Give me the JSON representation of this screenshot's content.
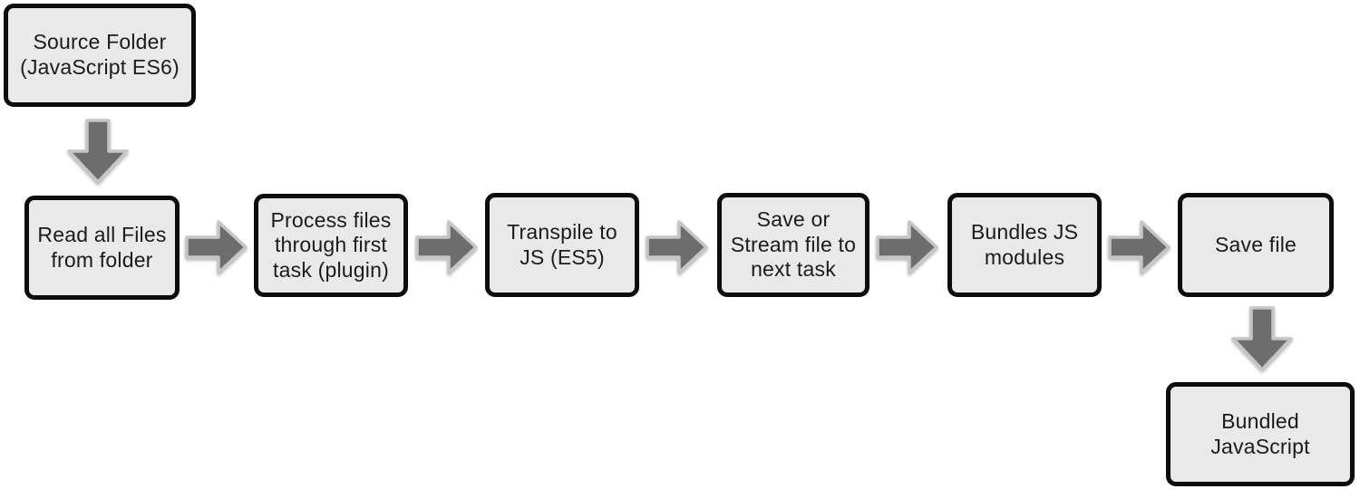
{
  "nodes": [
    {
      "id": "source-folder",
      "label": "Source Folder\n(JavaScript ES6)"
    },
    {
      "id": "read-files",
      "label": "Read all Files\nfrom folder"
    },
    {
      "id": "process-files",
      "label": "Process files\nthrough first\ntask (plugin)"
    },
    {
      "id": "transpile",
      "label": "Transpile to\nJS (ES5)"
    },
    {
      "id": "save-or-stream",
      "label": "Save or\nStream file to\nnext task"
    },
    {
      "id": "bundle-modules",
      "label": "Bundles JS\nmodules"
    },
    {
      "id": "save-file",
      "label": "Save file"
    },
    {
      "id": "bundled-js",
      "label": "Bundled\nJavaScript"
    }
  ],
  "connections": [
    {
      "from": "source-folder",
      "to": "read-files",
      "direction": "down"
    },
    {
      "from": "read-files",
      "to": "process-files",
      "direction": "right"
    },
    {
      "from": "process-files",
      "to": "transpile",
      "direction": "right"
    },
    {
      "from": "transpile",
      "to": "save-or-stream",
      "direction": "right"
    },
    {
      "from": "save-or-stream",
      "to": "bundle-modules",
      "direction": "right"
    },
    {
      "from": "bundle-modules",
      "to": "save-file",
      "direction": "right"
    },
    {
      "from": "save-file",
      "to": "bundled-js",
      "direction": "down"
    }
  ],
  "colors": {
    "background": "#ffffff",
    "box_fill": "#e9e9e9",
    "box_border": "#0d0d0d",
    "text": "#1b1b1b",
    "arrow_fill": "#6d6d6d",
    "arrow_outline": "#c6c6c6"
  }
}
